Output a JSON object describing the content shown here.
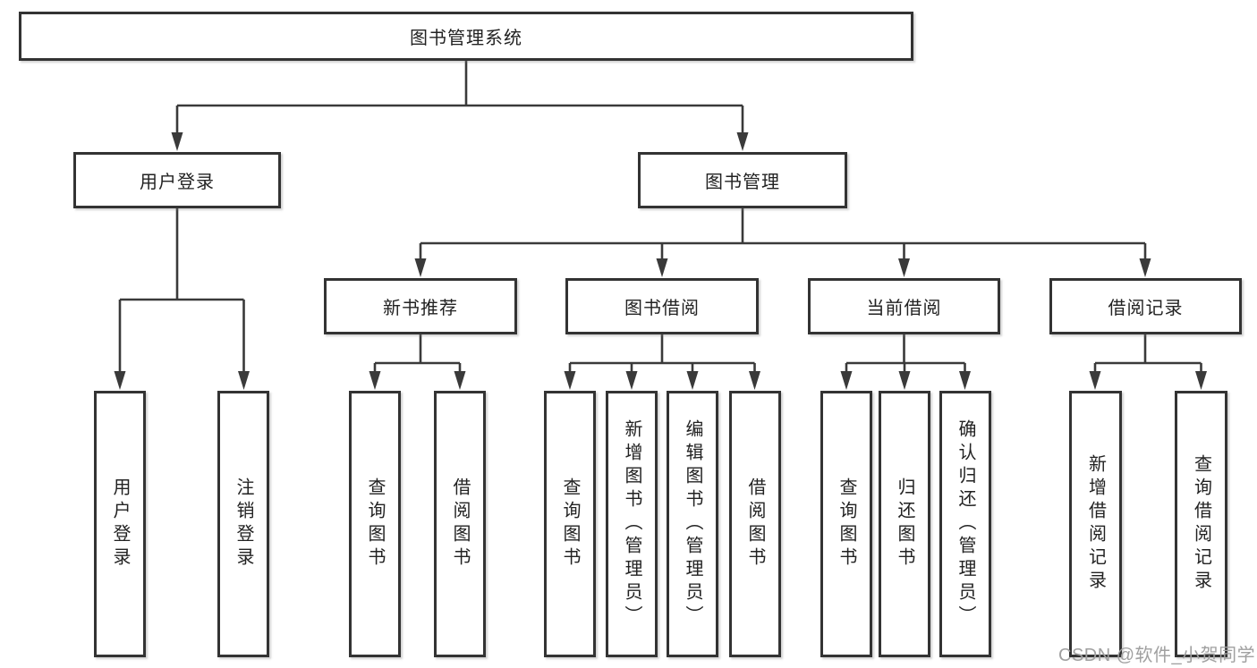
{
  "colors": {
    "line": "#3a3a3a",
    "box_border": "#333333",
    "text": "#222222",
    "watermark": "#a0a0a0",
    "background": "#ffffff"
  },
  "tree": {
    "root": {
      "label": "图书管理系统",
      "children": [
        {
          "label": "用户登录",
          "children": [
            {
              "label": "用户登录"
            },
            {
              "label": "注销登录"
            }
          ]
        },
        {
          "label": "图书管理",
          "children": [
            {
              "label": "新书推荐",
              "children": [
                {
                  "label": "查询图书"
                },
                {
                  "label": "借阅图书"
                }
              ]
            },
            {
              "label": "图书借阅",
              "children": [
                {
                  "label": "查询图书"
                },
                {
                  "label": "新增图书（管理员）"
                },
                {
                  "label": "编辑图书（管理员）"
                },
                {
                  "label": "借阅图书"
                }
              ]
            },
            {
              "label": "当前借阅",
              "children": [
                {
                  "label": "查询图书"
                },
                {
                  "label": "归还图书"
                },
                {
                  "label": "确认归还（管理员）"
                }
              ]
            },
            {
              "label": "借阅记录",
              "children": [
                {
                  "label": "新增借阅记录"
                },
                {
                  "label": "查询借阅记录"
                }
              ]
            }
          ]
        }
      ]
    }
  },
  "watermark": {
    "text": "CSDN @软件_小贺同学"
  }
}
